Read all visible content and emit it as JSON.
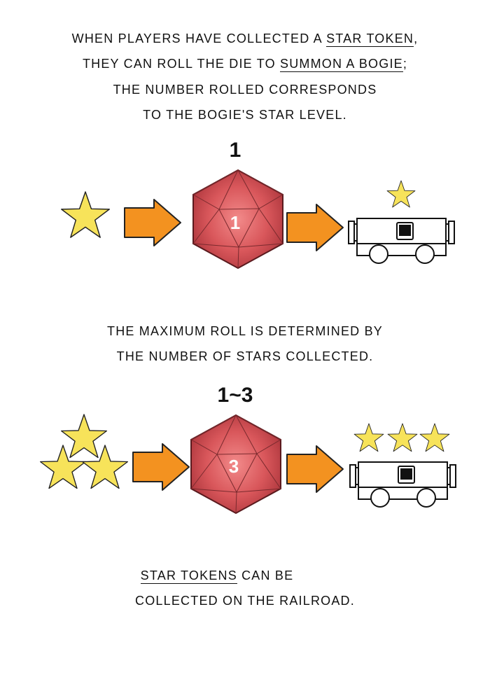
{
  "section1": {
    "line1_pre": "WHEN PLAYERS HAVE COLLECTED A ",
    "line1_u": "STAR TOKEN",
    "line1_post": ",",
    "line2_pre": "THEY CAN ROLL THE DIE TO ",
    "line2_u": "SUMMON A BOGIE",
    "line2_post": ";",
    "line3": "THE NUMBER ROLLED CORRESPONDS",
    "line4": "TO THE BOGIE'S STAR LEVEL.",
    "roll_label": "1",
    "die_value": "1",
    "stars_in": 1,
    "stars_out": 1
  },
  "section2": {
    "line1": "THE MAXIMUM ROLL IS DETERMINED BY",
    "line2": "THE NUMBER OF STARS COLLECTED.",
    "roll_label": "1~3",
    "die_value": "3",
    "stars_in": 3,
    "stars_out": 3
  },
  "section3": {
    "line1_u": "STAR TOKENS",
    "line1_post": " CAN BE",
    "line2": "COLLECTED ON THE RAILROAD."
  },
  "colors": {
    "star": "#f7e35a",
    "arrow": "#f39220",
    "die": "#c84a4f"
  }
}
